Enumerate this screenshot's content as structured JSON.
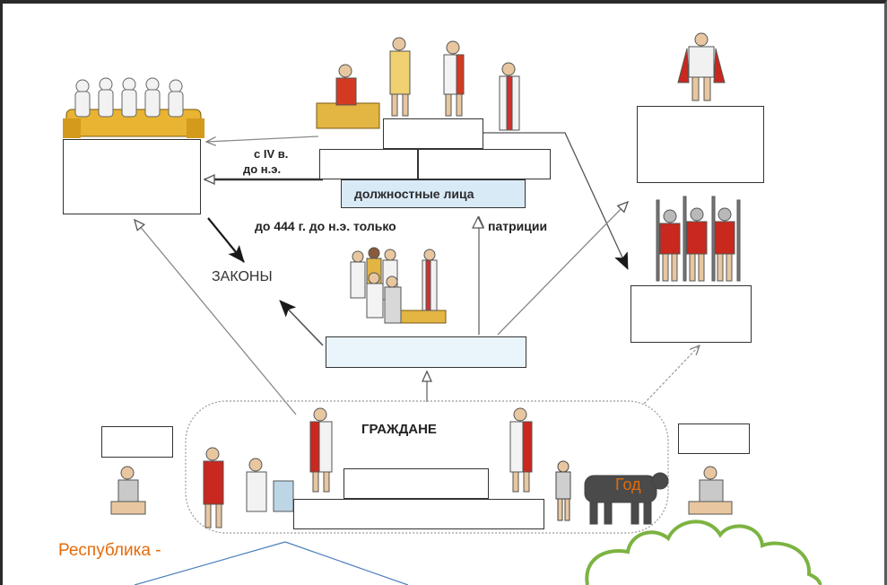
{
  "diagram": {
    "arrow_text_top": "с IV в.",
    "arrow_text_bottom": "до н.э.",
    "officials_label": "должностные лица",
    "patricians_note": "до 444 г. до н.э. только",
    "patricians_word": "патриции",
    "laws_label": "ЗАКОНЫ",
    "citizens_label": "ГРАЖДАНЕ",
    "year_label": "Год",
    "republic_label": "Республика -"
  },
  "colors": {
    "line": "#7a7a7a",
    "dark_arrow": "#1a1a1a",
    "orange_text": "#e36c0a",
    "callout": "#4f81bd",
    "cloud": "#7cb342",
    "officials_fill": "#d9eaf7"
  },
  "icons": [
    "senators-group-icon",
    "consul-figures-icon",
    "general-icon",
    "soldiers-group-icon",
    "assembly-crowd-icon",
    "citizen-figure-icon",
    "slave-figure-icon",
    "ox-plough-icon"
  ]
}
